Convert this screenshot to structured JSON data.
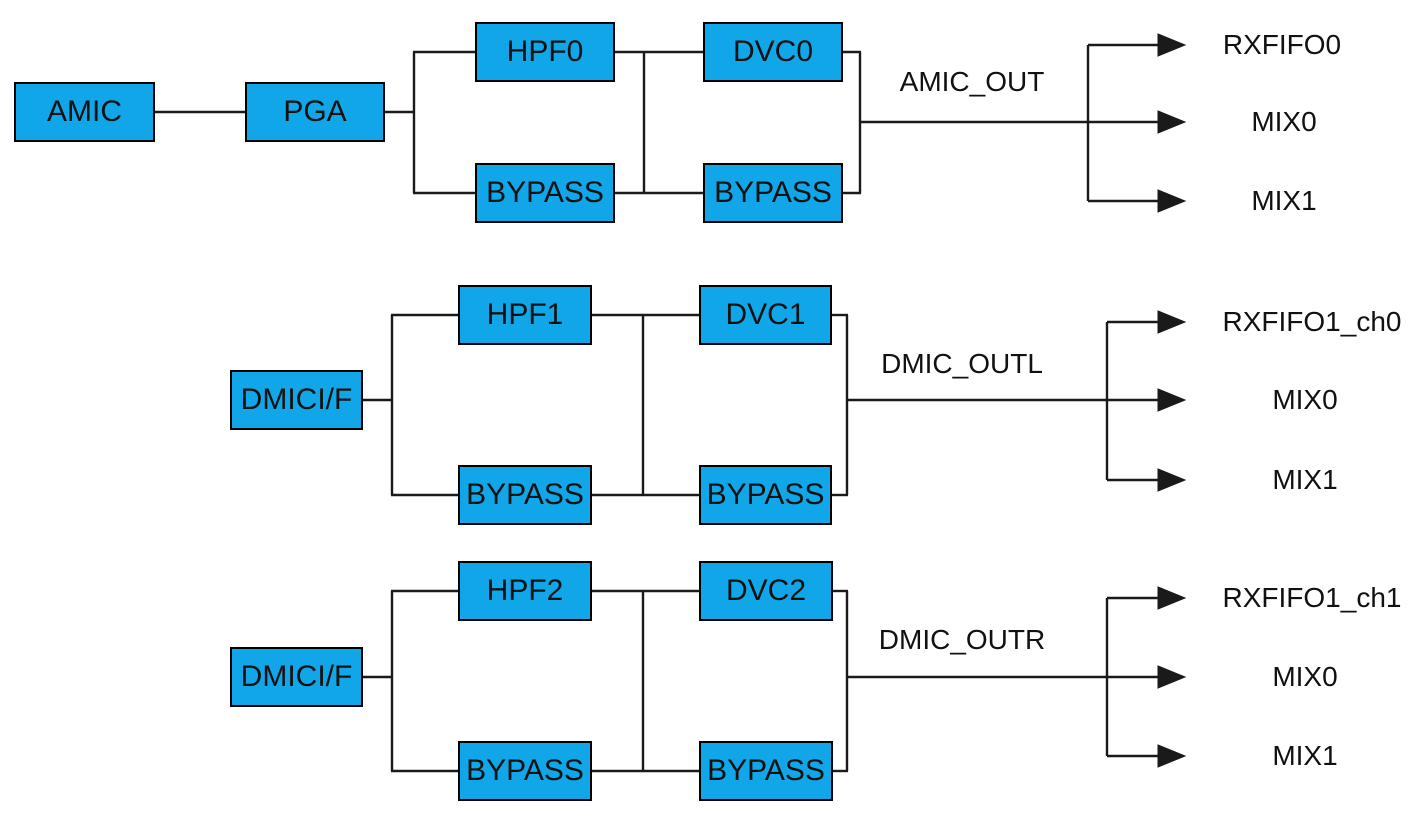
{
  "colors": {
    "node_fill": "#10a6e8",
    "node_border": "#000000",
    "wire": "#1a1a1a",
    "text": "#111111",
    "background": "#ffffff"
  },
  "diagram": {
    "paths": [
      {
        "id": "amic",
        "source": "AMIC",
        "gain": "PGA",
        "hpf": "HPF0",
        "hpf_bypass": "BYPASS",
        "dvc": "DVC0",
        "dvc_bypass": "BYPASS",
        "output": "AMIC_OUT",
        "destinations": [
          "RXFIFO0",
          "MIX0",
          "MIX1"
        ]
      },
      {
        "id": "dmic-left",
        "source": "DMICI/F",
        "hpf": "HPF1",
        "hpf_bypass": "BYPASS",
        "dvc": "DVC1",
        "dvc_bypass": "BYPASS",
        "output": "DMIC_OUTL",
        "destinations": [
          "RXFIFO1_ch0",
          "MIX0",
          "MIX1"
        ]
      },
      {
        "id": "dmic-right",
        "source": "DMICI/F",
        "hpf": "HPF2",
        "hpf_bypass": "BYPASS",
        "dvc": "DVC2",
        "dvc_bypass": "BYPASS",
        "output": "DMIC_OUTR",
        "destinations": [
          "RXFIFO1_ch1",
          "MIX0",
          "MIX1"
        ]
      }
    ]
  }
}
